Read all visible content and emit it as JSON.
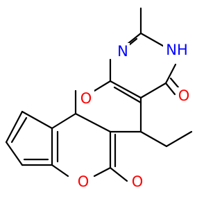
{
  "colors": {
    "bond": "#000000",
    "oxygen": "#ff0000",
    "nitrogen": "#0000ff",
    "background": "#ffffff"
  },
  "atoms": {
    "n_ring_top": "N",
    "nh_ring": "NH",
    "o_carbonyl_right": "O",
    "o_ring_bridge": "O",
    "o_ring_lower": "O",
    "o_carbonyl_lower": "O"
  }
}
